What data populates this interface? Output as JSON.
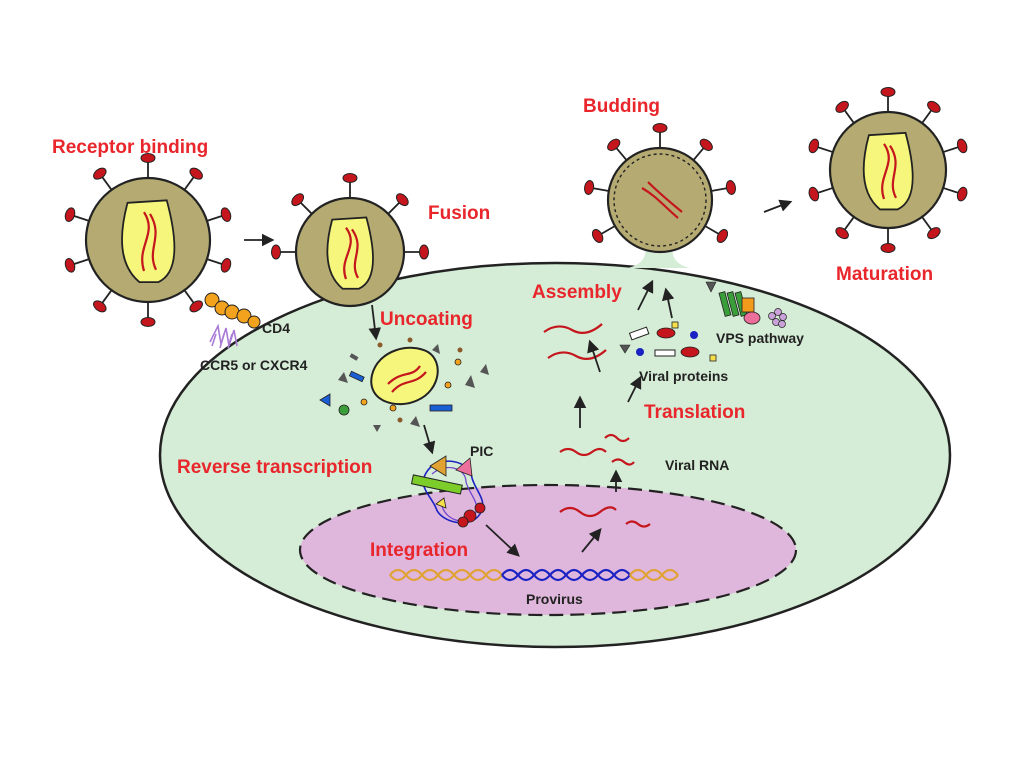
{
  "colors": {
    "stage_label": "#e8262b",
    "virus_shell": "#b5ab72",
    "capsid": "#f6f57c",
    "rna": "#c4161c",
    "cell": "#d5ecd6",
    "nucleus": "#dfb6dc",
    "spike_cap": "#c4161c",
    "cd4_bead": "#f2a21c",
    "dna_host": "#e0a233",
    "dna_provirus": "#1b22c4"
  },
  "stages": {
    "receptor_binding": "Receptor binding",
    "fusion": "Fusion",
    "uncoating": "Uncoating",
    "reverse_transcription": "Reverse transcription",
    "integration": "Integration",
    "translation": "Translation",
    "assembly": "Assembly",
    "budding": "Budding",
    "maturation": "Maturation"
  },
  "labels": {
    "cd4": "CD4",
    "coreceptor": "CCR5 or CXCR4",
    "pic": "PIC",
    "viral_rna": "Viral RNA",
    "viral_proteins": "Viral proteins",
    "vps_pathway": "VPS pathway",
    "provirus": "Provirus"
  }
}
